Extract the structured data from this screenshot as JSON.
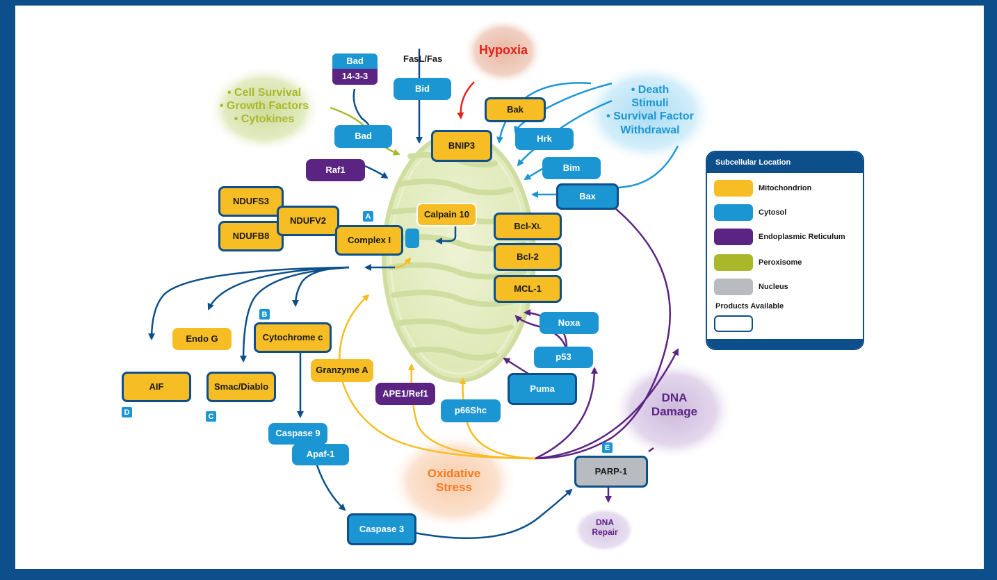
{
  "clouds": {
    "hypoxia": "Hypoxia",
    "cell_survival": [
      "• Cell Survival",
      "• Growth Factors",
      "• Cytokines"
    ],
    "death_stimuli": [
      "• Death",
      "Stimuli",
      "• Survival Factor",
      "Withdrawal"
    ],
    "dna_damage": [
      "DNA",
      "Damage"
    ],
    "oxidative_stress": [
      "Oxidative",
      "Stress"
    ],
    "dna_repair": [
      "DNA",
      "Repair"
    ]
  },
  "labels": {
    "fasl": "FasL/Fas"
  },
  "nodes": {
    "bad_top": "Bad",
    "fourteen_3_3": "14-3-3",
    "bid": "Bid",
    "bad": "Bad",
    "bnip3": "BNIP3",
    "bak": "Bak",
    "hrk": "Hrk",
    "bim": "Bim",
    "bax": "Bax",
    "raf1": "Raf1",
    "ndufs3": "NDUFS3",
    "ndufv2": "NDUFV2",
    "ndufb8": "NDUFB8",
    "complex1": "Complex I",
    "calpain10": "Calpain 10",
    "bclxl": "Bcl-X",
    "bclxl_sub": "L",
    "bcl2": "Bcl-2",
    "mcl1": "MCL-1",
    "noxa": "Noxa",
    "p53": "p53",
    "puma": "Puma",
    "endog": "Endo G",
    "cytc": "Cytochrome c",
    "granzyme": "Granzyme A",
    "aif": "AIF",
    "smac": "Smac/Diablo",
    "ape1": "APE1/Ref1",
    "p66shc": "p66Shc",
    "casp9": "Caspase 9",
    "apaf1": "Apaf-1",
    "casp3": "Caspase 3",
    "parp1": "PARP-1"
  },
  "tags": {
    "a": "A",
    "b": "B",
    "c": "C",
    "d": "D",
    "e": "E"
  },
  "legend": {
    "title": "Subcellular Location",
    "items": [
      {
        "label": "Mitochondrion",
        "color": "#f7bd25"
      },
      {
        "label": "Cytosol",
        "color": "#1c96d3"
      },
      {
        "label": "Endoplasmic Reticulum",
        "color": "#5b2483"
      },
      {
        "label": "Peroxisome",
        "color": "#a8b82a"
      },
      {
        "label": "Nucleus",
        "color": "#b8bcc0"
      }
    ],
    "products_label": "Products Available"
  },
  "colors": {
    "frame": "#0c4f8a",
    "mitochondrion": "#f7bd25",
    "cytosol": "#1c96d3",
    "er": "#5b2483",
    "peroxisome": "#a8b82a",
    "nucleus": "#b8bcc0",
    "hypoxia_text": "#e2231a",
    "oxidative_text": "#f47b20"
  }
}
